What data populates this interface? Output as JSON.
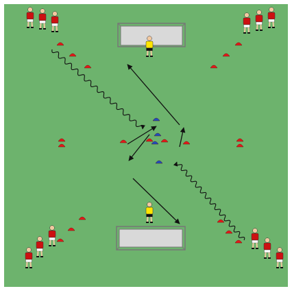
{
  "diagram": {
    "colors": {
      "pitch": "#6db36d",
      "pitch_border": "#ffffff",
      "goal_frame": "#f4f4f4",
      "goal_net": "#d9d9d9",
      "red_shirt": "#cc1111",
      "red_shorts": "#ffffff",
      "keeper_shirt": "#ffe500",
      "keeper_shorts": "#111111",
      "skin": "#f2c9a0",
      "cone_red": "#e21b1b",
      "cone_blue": "#1f4fbf",
      "line": "#111111"
    },
    "icons": {
      "player": "soccer-player-figure",
      "goalkeeper": "goalkeeper-figure",
      "cone": "training-cone",
      "goal": "soccer-goal",
      "pass_arrow": "straight-arrow",
      "dribble_path": "wavy-arrow"
    }
  }
}
